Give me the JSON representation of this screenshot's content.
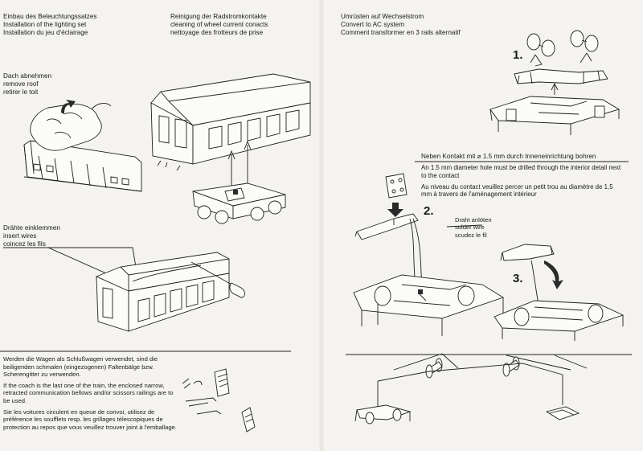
{
  "sections": {
    "lighting": {
      "lines": [
        "Einbau des Beleuchtungssatzes",
        "Installation of the lighting set",
        "Installation du jeu d'éclairage"
      ]
    },
    "cleaning": {
      "lines": [
        "Reinigung der Radstromkontakte",
        "cleaning of wheel current conacts",
        "nettoyage des frotteurs de prise"
      ]
    },
    "roof": {
      "lines": [
        "Dach abnehmen",
        "remove roof",
        "retirer le toit"
      ]
    },
    "wires": {
      "lines": [
        "Drähte einklemmen",
        "insert wires",
        "coincez les fils"
      ]
    },
    "last_coach": {
      "de": "Werden die Wagen als Schlußwagen verwendet, sind die beiligenden schmalen (eingezogenen) Faltenbälge bzw. Scherengitter zu verwenden.",
      "en": "If the coach is the last  one of the train, the enclosed narrow, retracted communication bellows and/or scissors railings are to be used.",
      "fr": "Sie les voitures circulent en queue de convoi, utilisez de préférence les soufflets resp. les grillages télescopiques de protection au repos que vous veuillez trouver joint à l'emballage."
    },
    "ac": {
      "lines": [
        "Umrüsten auf Wechselstrom",
        "Convert to AC system",
        "Comment transformer en 3 rails alternatif"
      ]
    },
    "contact": {
      "heading": "Neben Kontakt mit  ⌀ 1.5 mm durch Inneneinrichtung bohren",
      "en": "An 1.5 mm diameter hole must be drilled through the interior detail next to the contact",
      "fr": "Au niveau du contact veuillez percer un petit trou au diamètre de 1,5 mm à travers de l'aménagement intérieur"
    },
    "solder": {
      "lines": [
        "Draht anlöten",
        "solder wire",
        "scudez le fil"
      ]
    }
  },
  "steps": [
    "1.",
    "2.",
    "3."
  ]
}
